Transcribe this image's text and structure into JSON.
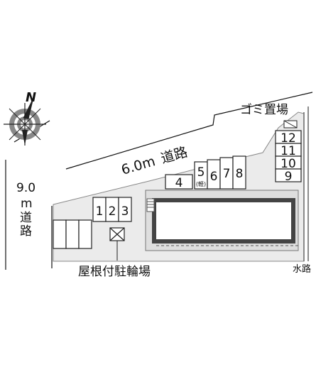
{
  "compass": {
    "north_label": "N"
  },
  "roads": {
    "main_width": "6.0m",
    "main_name": "道路",
    "side_width": "9.0",
    "side_unit": "m",
    "side_name_1": "道",
    "side_name_2": "路",
    "waterway": "水路"
  },
  "facilities": {
    "garbage": "ゴミ置場",
    "bicycle": "屋根付駐輪場"
  },
  "parking": {
    "left_group": [
      "1",
      "2",
      "3"
    ],
    "middle_single": "4",
    "middle_group": [
      "5",
      "6",
      "7",
      "8"
    ],
    "space_5_note": "(軽)",
    "right_column": [
      "12",
      "11",
      "10",
      "9"
    ]
  },
  "colors": {
    "building_fill": "#cfcfcf",
    "lot_fill": "#ebebeb",
    "line": "#222222"
  }
}
